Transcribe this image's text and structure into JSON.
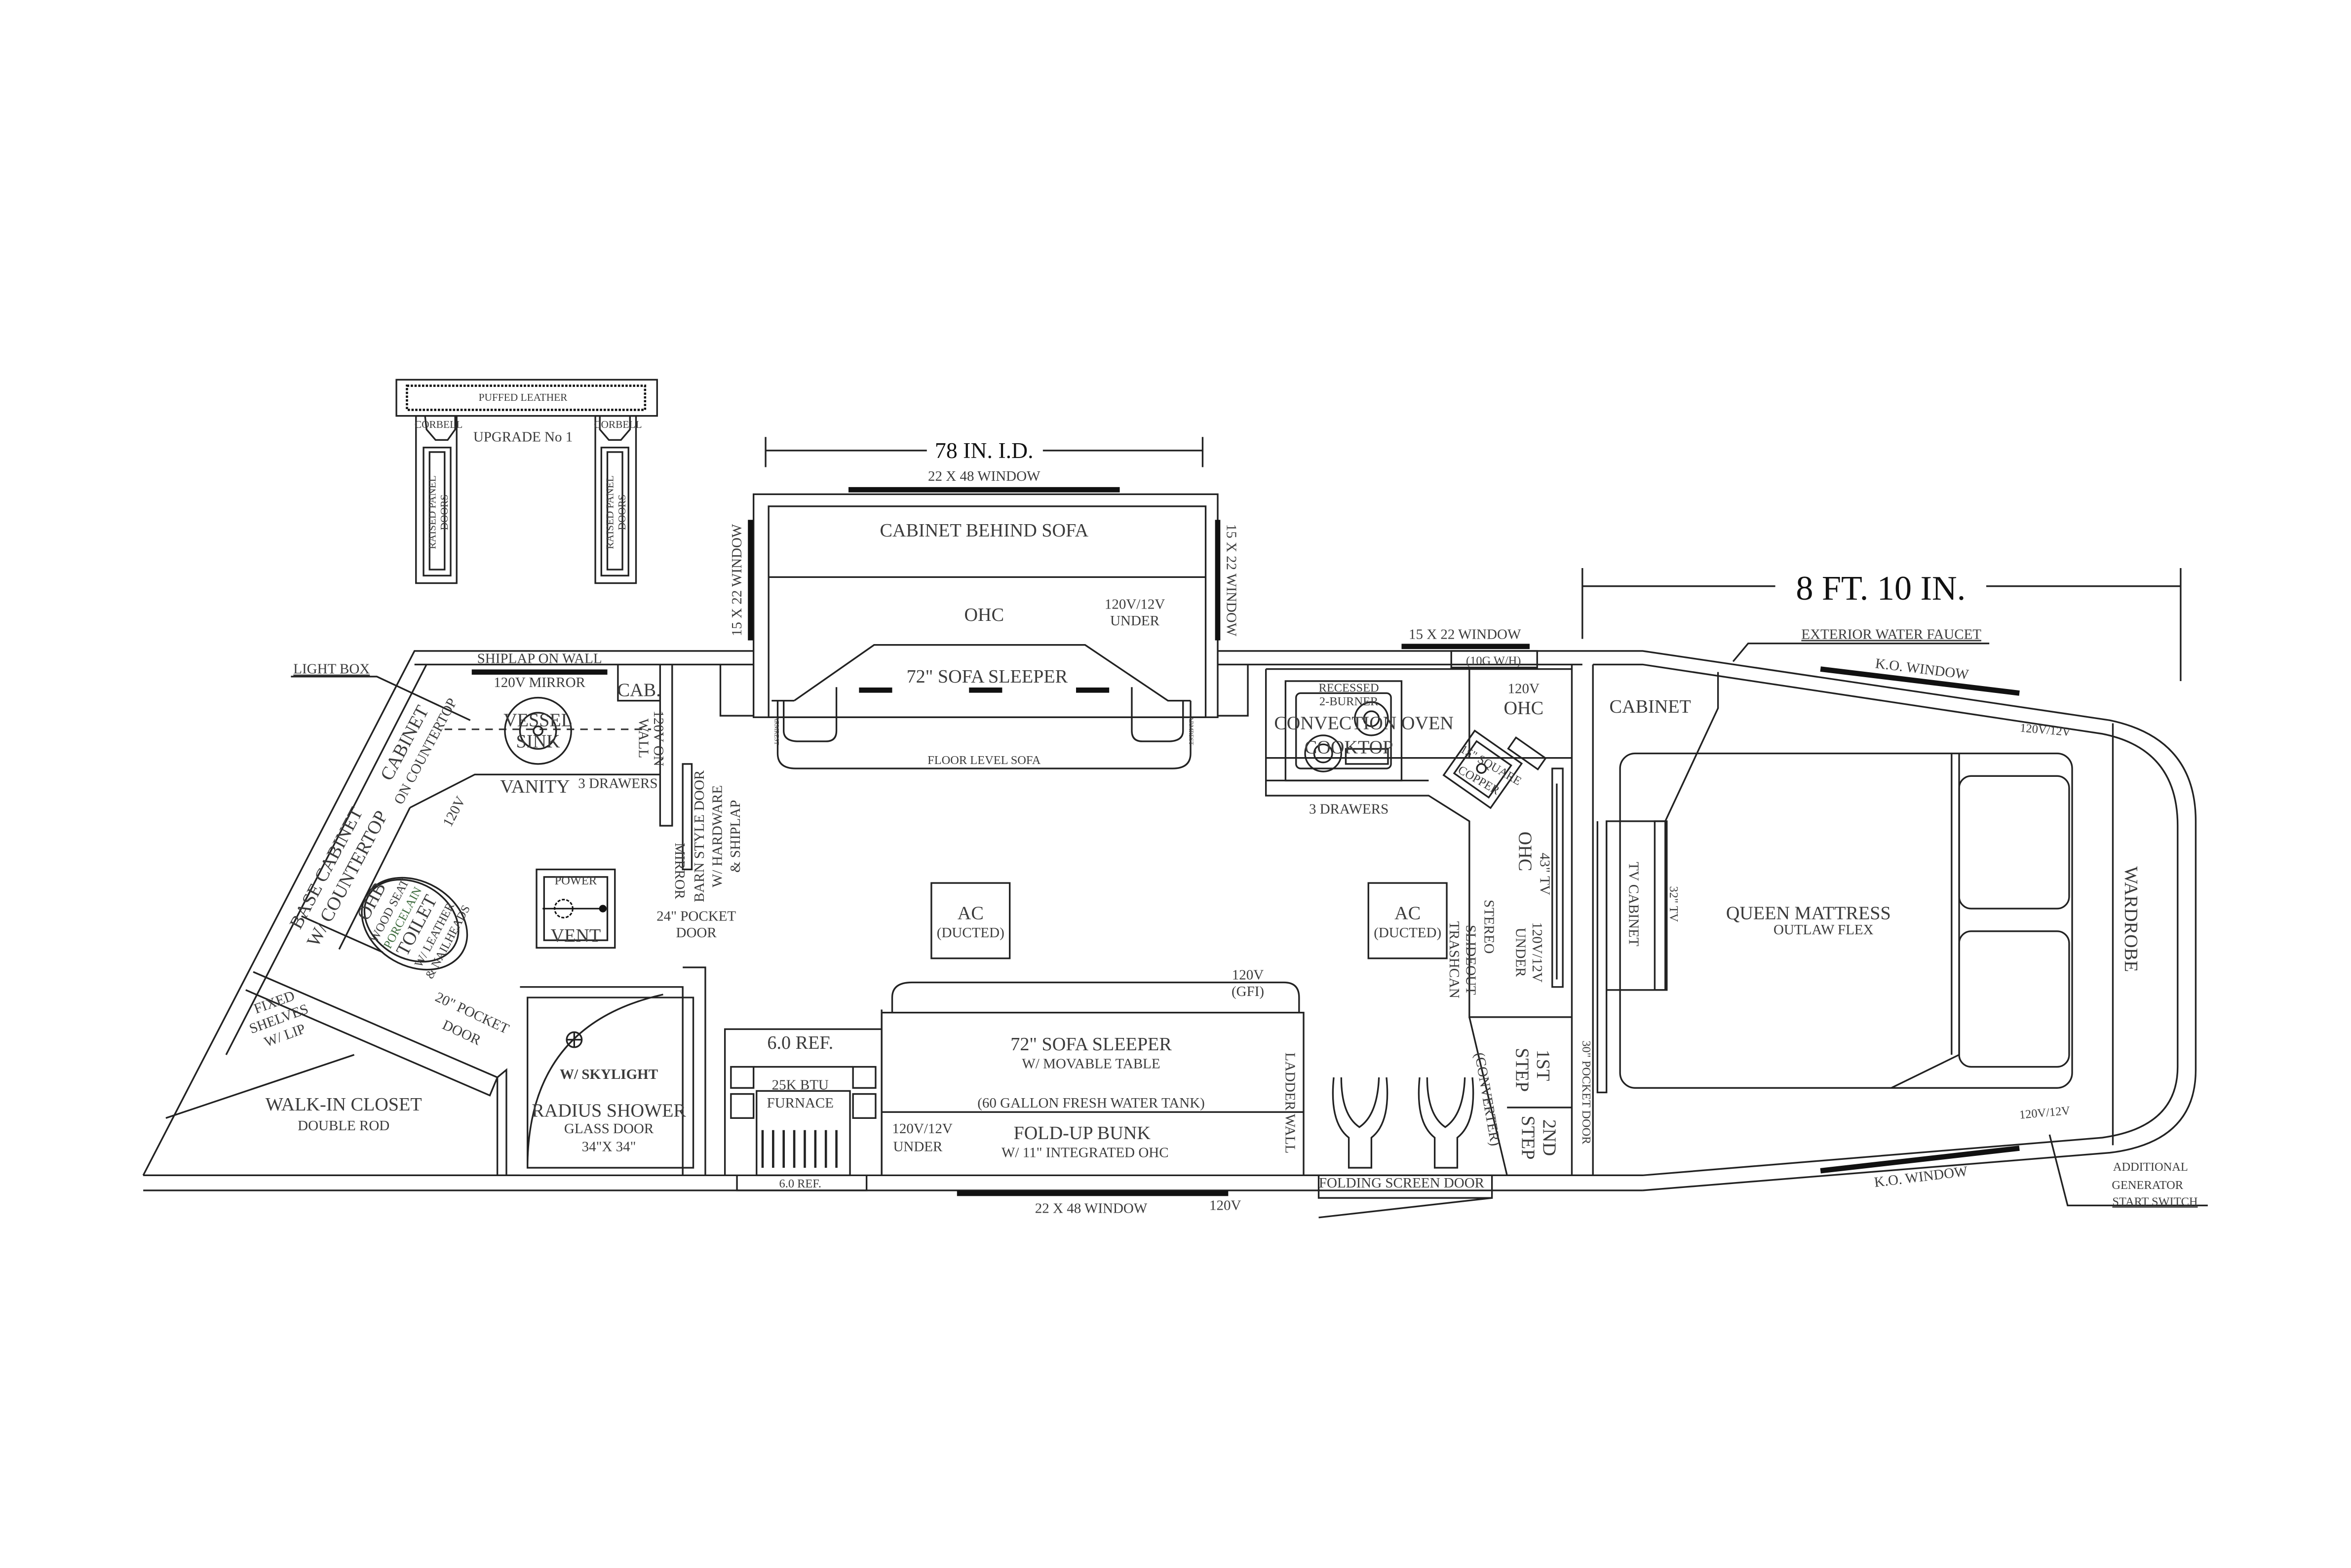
{
  "dimensions": {
    "width_id": "78 IN. I.D.",
    "length_nose": "8 FT. 10 IN."
  },
  "upgrade": {
    "puffed_leather": "PUFFED LEATHER",
    "corbell_left": "CORBELL",
    "corbell_right": "CORBELL",
    "title": "UPGRADE No 1",
    "raised_panel_left_1": "RAISED PANEL",
    "raised_panel_left_2": "DOORS",
    "raised_panel_right_1": "RAISED PANEL",
    "raised_panel_right_2": "DOORS"
  },
  "slideout": {
    "window_top": "22 X 48 WINDOW",
    "window_left": "15 X 22 WINDOW",
    "window_right": "15 X 22 WINDOW",
    "cabinet": "CABINET BEHIND SOFA",
    "ohc": "OHC",
    "outlet_1": "120V/12V",
    "outlet_2": "UNDER",
    "sofa": "72\" SOFA SLEEPER",
    "floor_sofa": "FLOOR LEVEL SOFA",
    "armrest_left": "ARMREST",
    "armrest_right": "ARMREST"
  },
  "bathroom": {
    "shiplap": "SHIPLAP ON WALL",
    "mirror": "120V MIRROR",
    "light_box": "LIGHT BOX",
    "cab": "CAB.",
    "vessel": "VESSEL",
    "sink": "SINK",
    "outlet_wall_1": "120V ON",
    "outlet_wall_2": "WALL",
    "vanity": "VANITY",
    "drawers": "3 DRAWERS",
    "cabinet_counter_1": "CABINET",
    "cabinet_counter_2": "ON COUNTERTOP",
    "base_cabinet_1": "BASE CABINET",
    "base_cabinet_2": "W/ COUNTERTOP",
    "outlet_120v": "120V",
    "ohb": "OHB",
    "toilet_1": "WOOD SEAT",
    "toilet_2": "PORCELAIN",
    "toilet_3": "TOILET",
    "toilet_4": "W/ LEATHER",
    "toilet_5": "& NAILHEADS",
    "power": "POWER",
    "vent": "VENT",
    "mirror_side": "MIRROR",
    "barn_1": "BARN STYLE DOOR",
    "barn_2": "W/ HARDWARE",
    "barn_3": "& SHIPLAP",
    "pocket24_1": "24\" POCKET",
    "pocket24_2": "DOOR",
    "shelves_1": "FIXED",
    "shelves_2": "SHELVES",
    "shelves_3": "W/ LIP",
    "pocket20_1": "20\" POCKET",
    "pocket20_2": "DOOR",
    "closet": "WALK-IN CLOSET",
    "closet_sub": "DOUBLE ROD",
    "skylight": "W/ SKYLIGHT",
    "shower": "RADIUS SHOWER",
    "shower_door": "GLASS DOOR",
    "shower_size": "34\"X 34\""
  },
  "living": {
    "ref": "6.0 REF.",
    "furnace_1": "25K BTU",
    "furnace_2": "FURNACE",
    "ref_bottom": "6.0 REF.",
    "ac_left": "AC",
    "ac_left_sub": "(DUCTED)",
    "ac_right": "AC",
    "ac_right_sub": "(DUCTED)",
    "gfi_1": "120V",
    "gfi_2": "(GFI)",
    "sofa": "72\" SOFA SLEEPER",
    "sofa_sub": "W/ MOVABLE TABLE",
    "tank": "(60 GALLON FRESH WATER TANK)",
    "bunk": "FOLD-UP BUNK",
    "bunk_sub": "W/ 11\" INTEGRATED OHC",
    "under_1": "120V/12V",
    "under_2": "UNDER",
    "ladder": "LADDER WALL",
    "window_bottom": "22 X 48 WINDOW",
    "outlet_bottom": "120V",
    "screen_door": "FOLDING SCREEN DOOR"
  },
  "kitchen": {
    "window": "15 X 22 WINDOW",
    "wh": "(10G W/H)",
    "recessed": "RECESSED",
    "burner": "2-BURNER",
    "oven": "CONVECTION OVEN",
    "cooktop": "COOKTOP",
    "ohc_outlet": "120V",
    "ohc": "OHC",
    "copper_1": "15\" SQUARE",
    "copper_2": "COPPER",
    "drawers": "3 DRAWERS",
    "ohc2": "OHC",
    "tv": "43\" TV",
    "under_1": "120V/12V",
    "under_2": "UNDER",
    "stereo": "STEREO",
    "trash_1": "SLIDEOUT",
    "trash_2": "TRASHCAN",
    "converter": "(CONVERTER)",
    "step1_a": "1ST",
    "step1_b": "STEP",
    "step2_a": "2ND",
    "step2_b": "STEP",
    "pocket30": "30\" POCKET DOOR"
  },
  "bedroom": {
    "cabinet": "CABINET",
    "tv_cabinet": "TV CABINET",
    "tv": "32\" TV",
    "mattress": "QUEEN MATTRESS",
    "mattress_sub": "OUTLAW FLEX",
    "wardrobe": "WARDROBE",
    "outlet_top": "120V/12V",
    "outlet_bottom": "120V/12V",
    "ko_top": "K.O. WINDOW",
    "ko_bottom": "K.O. WINDOW",
    "faucet": "EXTERIOR WATER FAUCET",
    "gen_1": "ADDITIONAL",
    "gen_2": "GENERATOR",
    "gen_3": "START SWITCH"
  }
}
